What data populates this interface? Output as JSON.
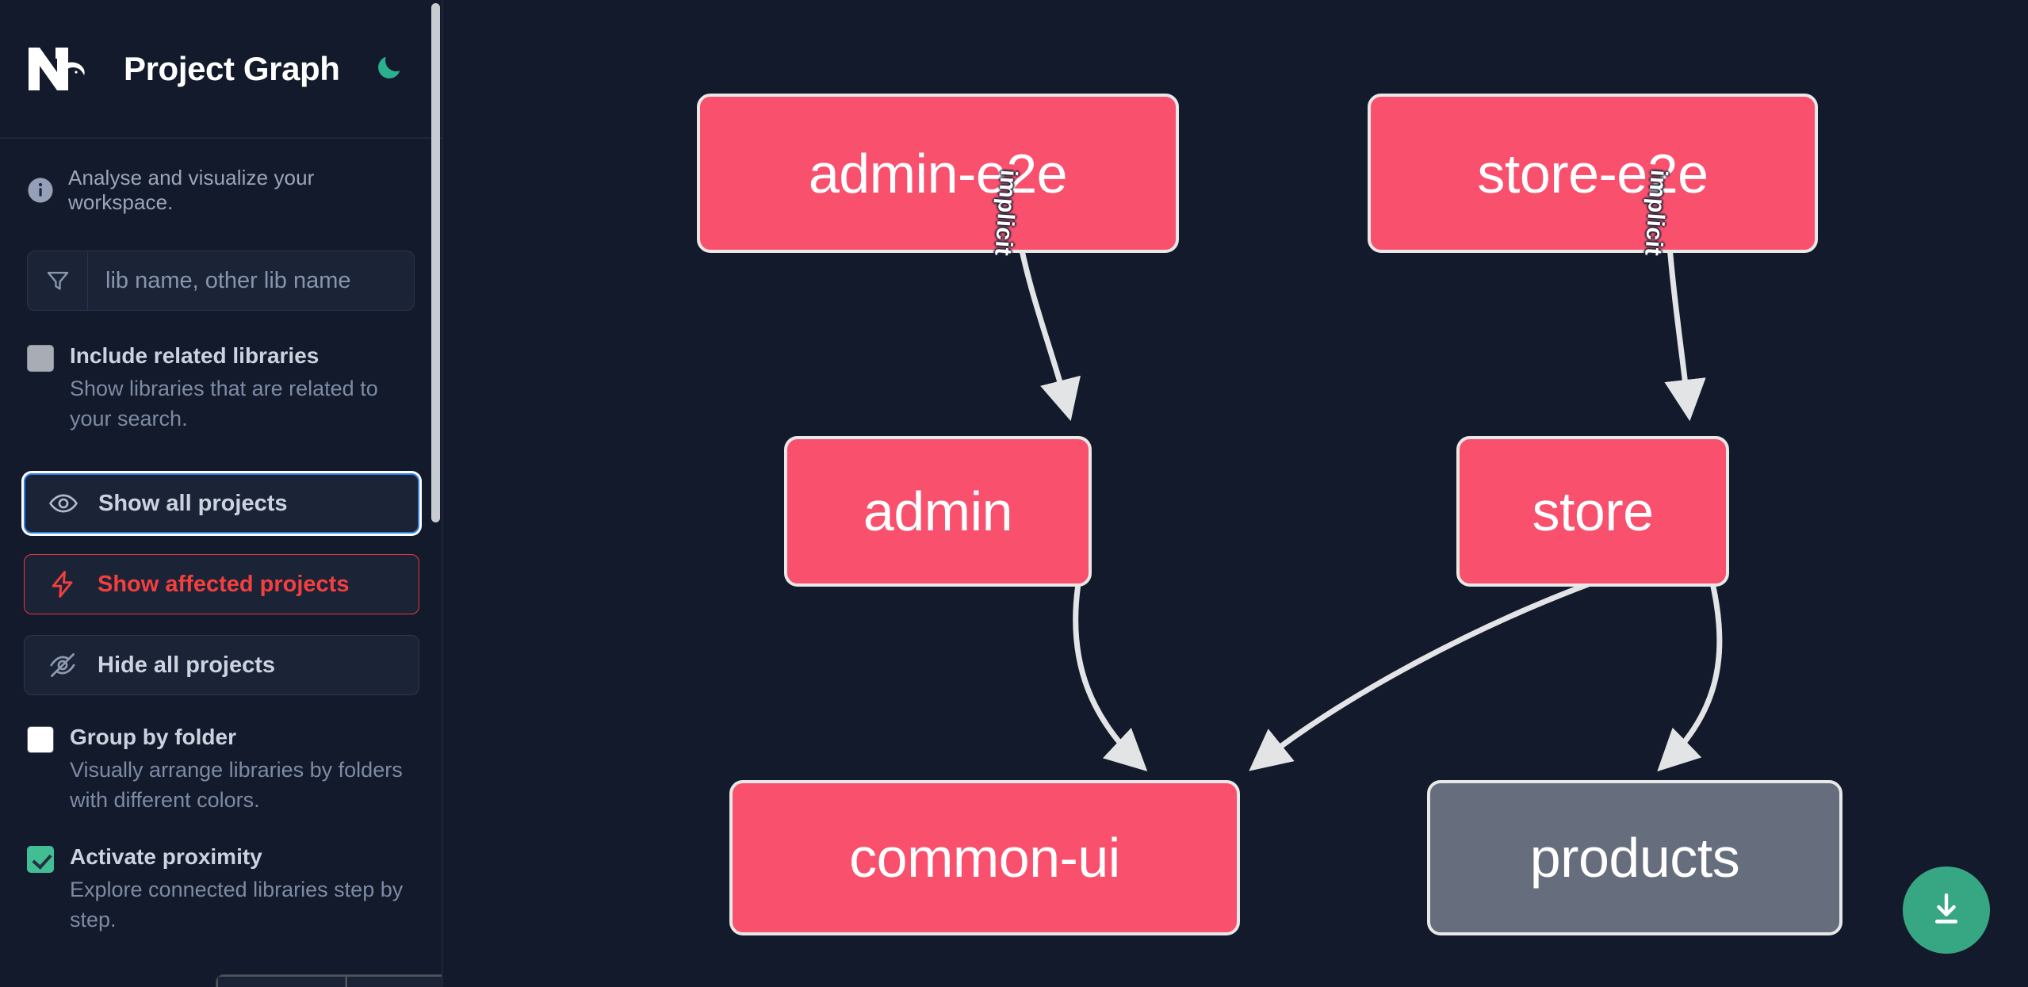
{
  "app": {
    "title": "Project Graph",
    "logo_alt": "nx-logo",
    "theme_toggle": "moon-icon"
  },
  "sidebar": {
    "info_text": "Analyse and visualize your workspace.",
    "search": {
      "placeholder": "lib name, other lib name",
      "value": "",
      "icon": "filter-icon"
    },
    "options": [
      {
        "label": "Include related libraries",
        "description": "Show libraries that are related to your search.",
        "state": "disabled"
      },
      {
        "label": "Group by folder",
        "description": "Visually arrange libraries by folders with different colors.",
        "state": "unchecked"
      },
      {
        "label": "Activate proximity",
        "description": "Explore connected libraries step by step.",
        "state": "checked"
      }
    ],
    "buttons": [
      {
        "label": "Show all projects",
        "icon": "eye-icon",
        "style": "focused"
      },
      {
        "label": "Show affected projects",
        "icon": "bolt-icon",
        "style": "danger"
      },
      {
        "label": "Hide all projects",
        "icon": "eye-off-icon",
        "style": "default"
      }
    ],
    "segmented": [
      "",
      "",
      ""
    ]
  },
  "graph": {
    "download_button": "download-icon",
    "nodes": [
      {
        "id": "admin-e2e",
        "label": "admin-e2e",
        "color": "#F9506E",
        "kind": "app"
      },
      {
        "id": "store-e2e",
        "label": "store-e2e",
        "color": "#F9506E",
        "kind": "app"
      },
      {
        "id": "admin",
        "label": "admin",
        "color": "#F9506E",
        "kind": "app"
      },
      {
        "id": "store",
        "label": "store",
        "color": "#F9506E",
        "kind": "app"
      },
      {
        "id": "common-ui",
        "label": "common-ui",
        "color": "#F9506E",
        "kind": "lib"
      },
      {
        "id": "products",
        "label": "products",
        "color": "#666D7C",
        "kind": "lib"
      }
    ],
    "edges": [
      {
        "from": "admin-e2e",
        "to": "admin",
        "label": "implicit"
      },
      {
        "from": "store-e2e",
        "to": "store",
        "label": "implicit"
      },
      {
        "from": "admin",
        "to": "common-ui",
        "label": ""
      },
      {
        "from": "store",
        "to": "common-ui",
        "label": ""
      },
      {
        "from": "store",
        "to": "products",
        "label": ""
      }
    ]
  },
  "colors": {
    "background": "#131A2B",
    "node_app": "#F9506E",
    "node_lib_grey": "#666D7C",
    "accent_green": "#37A783",
    "danger_red": "#F43F3F",
    "focus_blue": "#2E7FE8",
    "edge": "#E8E8E8"
  }
}
